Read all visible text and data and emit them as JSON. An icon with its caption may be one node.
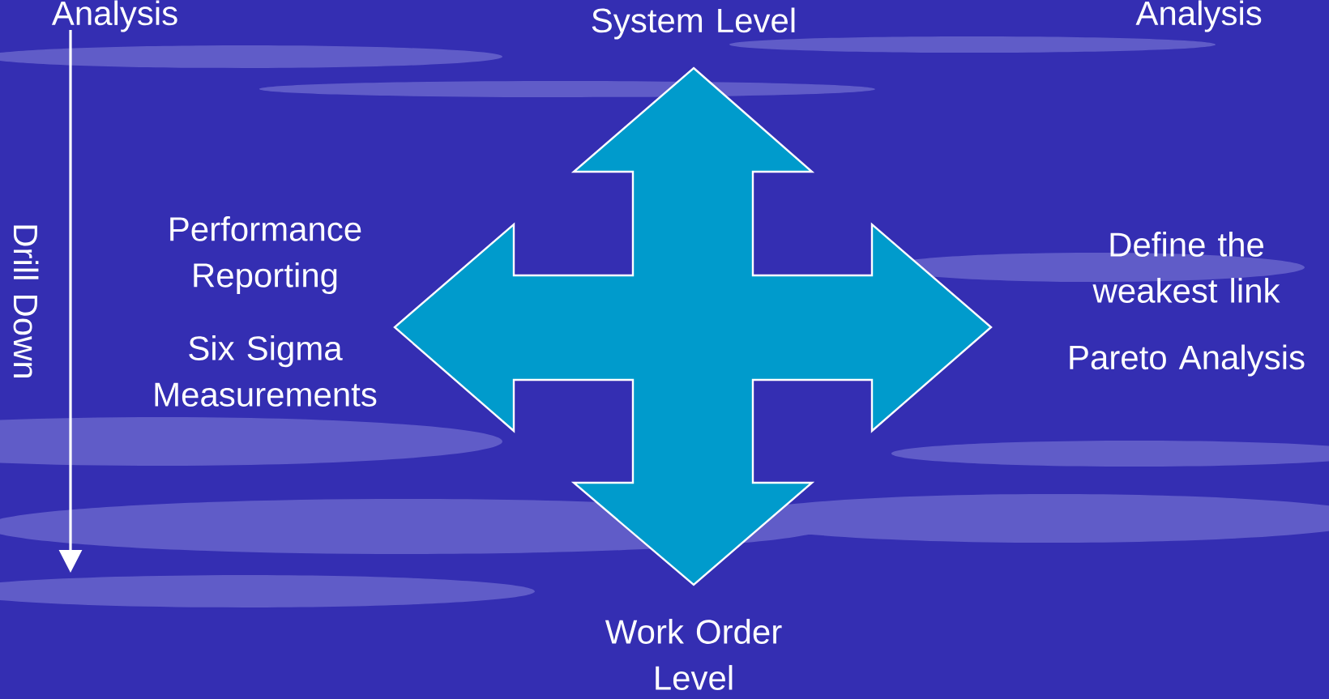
{
  "diagram": {
    "labels": [
      "Analysis",
      "Analysis",
      "System Level",
      "Drill Down",
      "Performance Reporting",
      "Six Sigma Measurements",
      "Define the weakest link",
      "Pareto Analysis",
      "Work Order Level"
    ]
  }
}
